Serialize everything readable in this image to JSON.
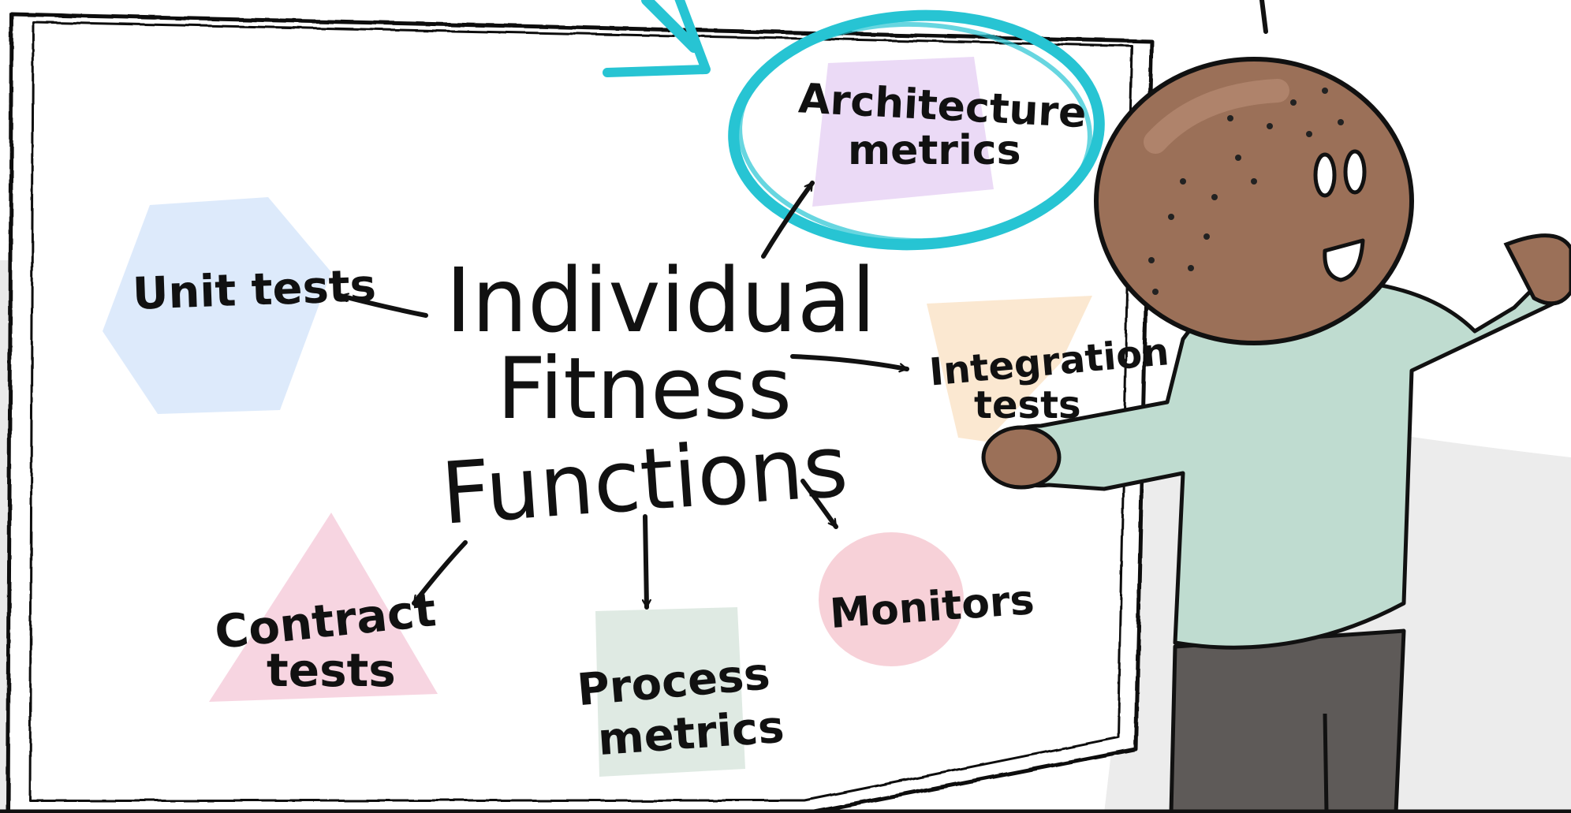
{
  "diagram": {
    "center": {
      "lines": [
        "Individual",
        "Fitness",
        "Functions"
      ]
    },
    "nodes": {
      "unit_tests": {
        "label": "Unit tests",
        "color": "#dbe9fb"
      },
      "architecture_metrics": {
        "lines": [
          "Architecture",
          "metrics"
        ],
        "color": "#ead8f5",
        "highlight_color": "#27c4d3"
      },
      "integration_tests": {
        "lines": [
          "Integration",
          "tests"
        ],
        "color": "#fbe7cf"
      },
      "contract_tests": {
        "lines": [
          "Contract",
          "tests"
        ],
        "color": "#f7d3df"
      },
      "process_metrics": {
        "lines": [
          "Process",
          "metrics"
        ],
        "color": "#dde9e2"
      },
      "monitors": {
        "label": "Monitors",
        "color": "#f7cfd6"
      }
    }
  },
  "character": {
    "head_color": "#9b7058",
    "shirt_color": "#bfdcd0",
    "pants_color": "#5e5a58"
  }
}
